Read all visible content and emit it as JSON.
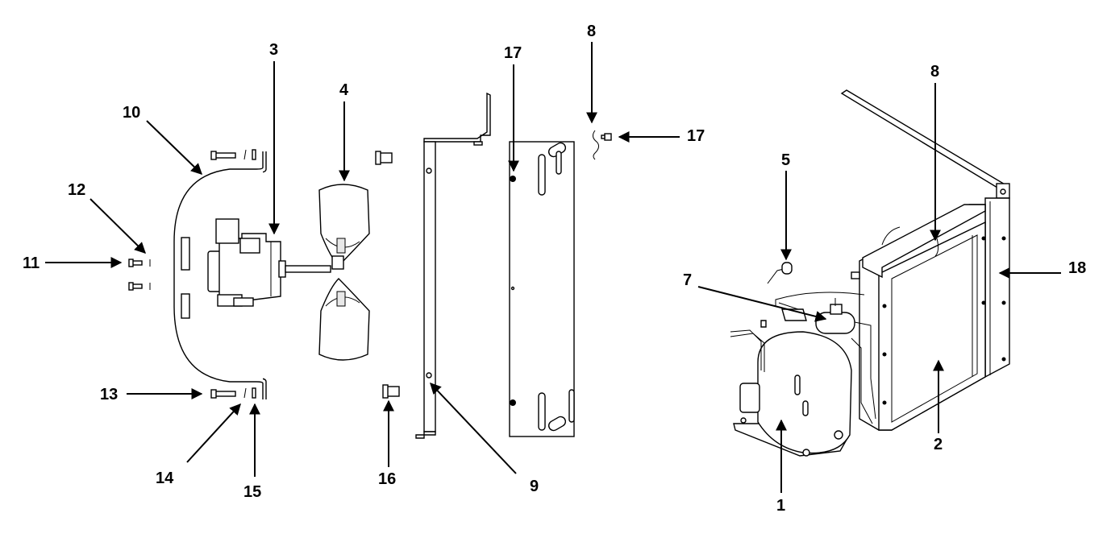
{
  "callouts": [
    {
      "id": "callout-1",
      "label": "1"
    },
    {
      "id": "callout-2",
      "label": "2"
    },
    {
      "id": "callout-3",
      "label": "3"
    },
    {
      "id": "callout-4",
      "label": "4"
    },
    {
      "id": "callout-5",
      "label": "5"
    },
    {
      "id": "callout-7",
      "label": "7"
    },
    {
      "id": "callout-8a",
      "label": "8"
    },
    {
      "id": "callout-8b",
      "label": "8"
    },
    {
      "id": "callout-9",
      "label": "9"
    },
    {
      "id": "callout-10",
      "label": "10"
    },
    {
      "id": "callout-11",
      "label": "11"
    },
    {
      "id": "callout-12",
      "label": "12"
    },
    {
      "id": "callout-13",
      "label": "13"
    },
    {
      "id": "callout-14",
      "label": "14"
    },
    {
      "id": "callout-15",
      "label": "15"
    },
    {
      "id": "callout-16",
      "label": "16"
    },
    {
      "id": "callout-17a",
      "label": "17"
    },
    {
      "id": "callout-17b",
      "label": "17"
    },
    {
      "id": "callout-18",
      "label": "18"
    }
  ]
}
